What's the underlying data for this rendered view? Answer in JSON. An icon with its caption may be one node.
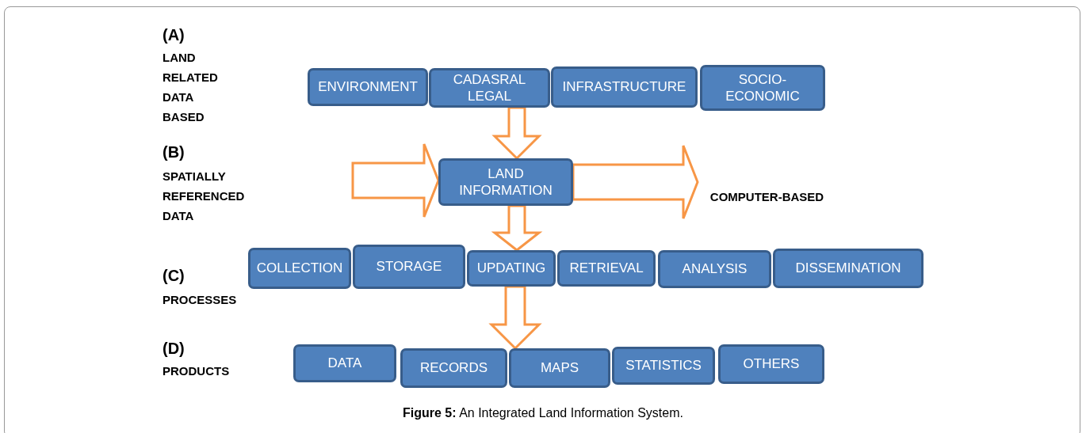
{
  "diagram": {
    "caption": "**Figure 5:** An Integrated Land Information System.",
    "nodes": [
      {
        "text": [
          "ENVIRONMENT"
        ]
      },
      {
        "text": [
          "CADASRAL LEGAL"
        ]
      },
      {
        "text": [
          "INFRASTRUCTURE"
        ]
      },
      {
        "text": [
          "SOCIO-ECONOMIC"
        ]
      },
      {
        "text": [
          "LAND INFORMATION"
        ]
      },
      {
        "text": [
          "COMPUTER-BASED"
        ]
      },
      {
        "text": [
          "COLLECTION"
        ]
      },
      {
        "text": [
          "STORAGE"
        ]
      },
      {
        "text": [
          "UPDATING"
        ]
      },
      {
        "text": [
          "RETRIEVAL"
        ]
      },
      {
        "text": [
          "ANALYSIS"
        ]
      },
      {
        "text": [
          "DISSEMINATION"
        ]
      },
      {
        "text": [
          "DATA"
        ]
      },
      {
        "text": [
          "RECORDS"
        ]
      },
      {
        "text": [
          "MAPS"
        ]
      },
      {
        "text": [
          "STATISTICS"
        ]
      },
      {
        "text": [
          "OTHERS"
        ]
      }
    ],
    "edges": [
      {
        "from": 1,
        "to": 4,
        "arrow": "to"
      },
      {
        "from": null,
        "to": 4,
        "arrow": "to"
      },
      {
        "from": 4,
        "to": 5,
        "arrow": "to"
      },
      {
        "from": 4,
        "to": 8,
        "arrow": "to"
      },
      {
        "from": 8,
        "to": 14,
        "arrow": "to"
      }
    ],
    "labels": [
      "(A)",
      "LAND RELATED DATA BASED",
      "(B)",
      "SPATIALLY REFERENCED DATA",
      "(C)",
      "PROCESSES",
      "(D)",
      "PRODUCTS"
    ]
  }
}
